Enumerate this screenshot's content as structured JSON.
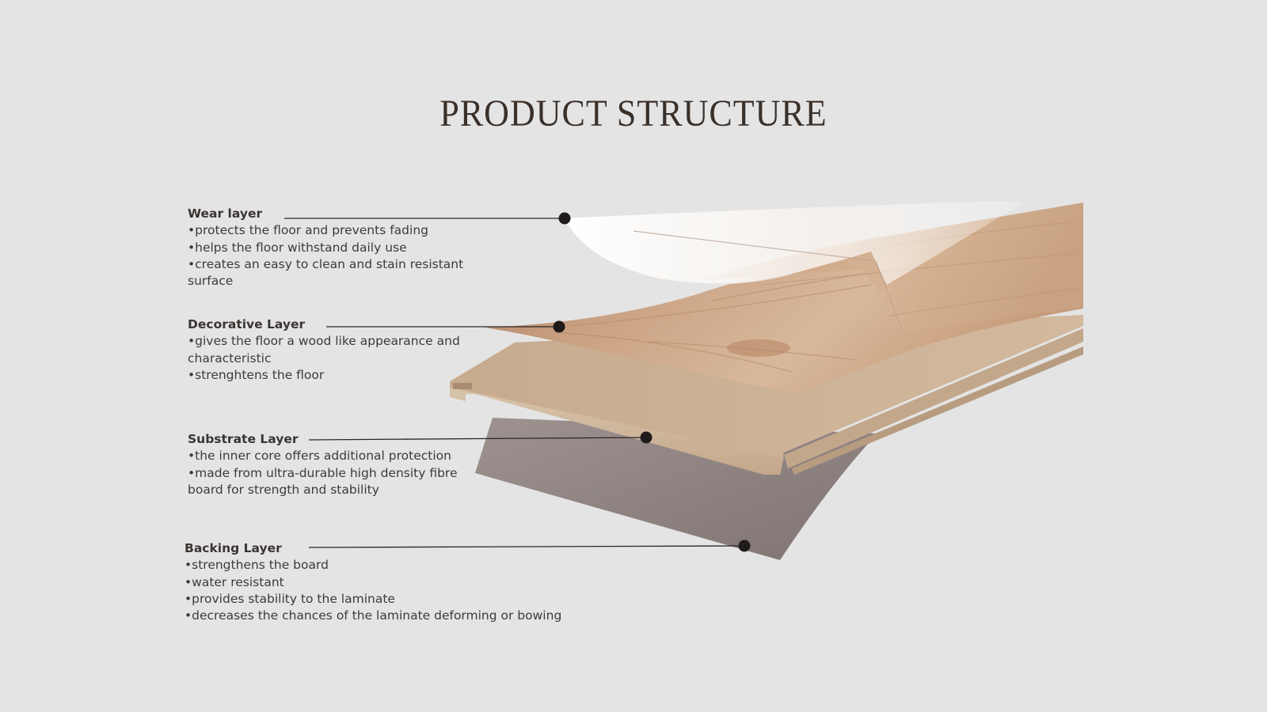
{
  "title": "PRODUCT STRUCTURE",
  "layers": [
    {
      "name": "Wear layer",
      "points": [
        "•protects the floor and prevents fading",
        "•helps the floor withstand daily use",
        "•creates an easy to clean and stain resistant surface"
      ]
    },
    {
      "name": "Decorative Layer",
      "points": [
        "•gives the floor a wood like appearance and characteristic",
        "•strenghtens the floor"
      ]
    },
    {
      "name": "Substrate Layer",
      "points": [
        "•the inner core offers additional protection",
        "•made from ultra-durable high density fibre board for strength and stability"
      ]
    },
    {
      "name": "Backing Layer",
      "points": [
        "•strengthens the board",
        "•water resistant",
        "•provides stability to the laminate",
        "•decreases the chances of the laminate deforming or bowing"
      ]
    }
  ],
  "colors": {
    "background": "#e4e4e4",
    "title": "#3a302a",
    "text": "#3f3a37",
    "leader": "#2b2624",
    "wood": "#c9a07e",
    "substrate": "#cdb59b",
    "backing": "#8f8583"
  }
}
